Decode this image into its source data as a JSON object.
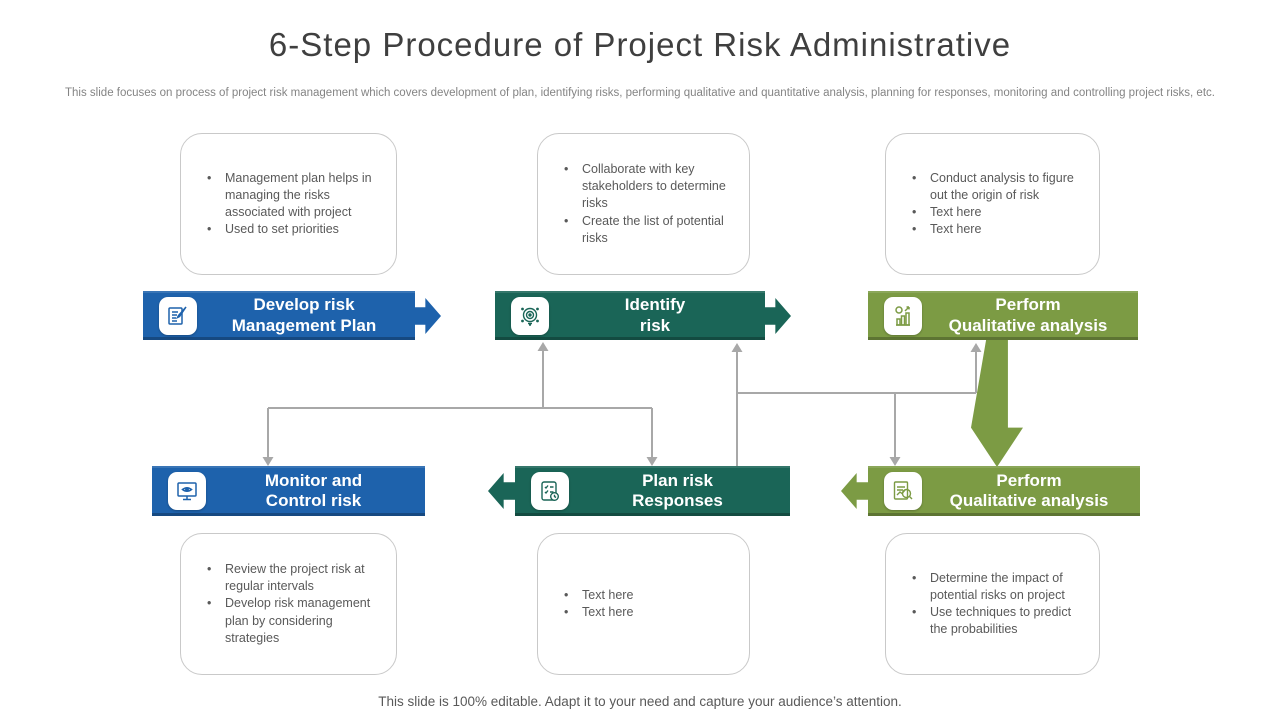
{
  "slide": {
    "title": "6-Step Procedure of Project Risk Administrative",
    "subtitle": "This slide focuses on process of project risk management which covers development of plan, identifying risks, performing qualitative and quantitative analysis, planning for responses, monitoring and controlling project risks, etc.",
    "footer": "This slide is 100% editable. Adapt it to your need and capture your audience’s attention."
  },
  "colors": {
    "blue": "#1e62ac",
    "teal": "#1a6557",
    "olive": "#7c9b44",
    "connector": "#a8a8a8",
    "body_text": "#595959",
    "title_text": "#3f3f3f",
    "box_border": "#c9c9c9"
  },
  "banners": [
    {
      "line1": "Develop risk",
      "line2": "Management Plan",
      "icon": "blueprint-pencil-icon",
      "color": "blue"
    },
    {
      "line1": "Identify",
      "line2": "risk",
      "icon": "identify-sphere-icon",
      "color": "teal"
    },
    {
      "line1": "Perform",
      "line2": "Qualitative analysis",
      "icon": "chart-growth-icon",
      "color": "olive"
    },
    {
      "line1": "Monitor and",
      "line2": "Control risk",
      "icon": "monitor-eye-icon",
      "color": "blue"
    },
    {
      "line1": "Plan risk",
      "line2": "Responses",
      "icon": "checklist-clock-icon",
      "color": "teal"
    },
    {
      "line1": "Perform",
      "line2": "Qualitative analysis",
      "icon": "document-analysis-icon",
      "color": "olive"
    }
  ],
  "callouts": [
    {
      "bullets": [
        "Management plan helps in managing the risks associated with project",
        "Used to set priorities"
      ]
    },
    {
      "bullets": [
        "Collaborate with key stakeholders to determine risks",
        "Create the list of potential risks"
      ]
    },
    {
      "bullets": [
        "Conduct analysis to figure out the origin of risk",
        "Text here",
        "Text here"
      ]
    },
    {
      "bullets": [
        "Review the project risk at regular intervals",
        "Develop risk management plan by considering strategies"
      ]
    },
    {
      "bullets": [
        "Text here",
        "Text here"
      ]
    },
    {
      "bullets": [
        "Determine the impact of potential risks on project",
        "Use techniques to predict the probabilities"
      ]
    }
  ]
}
